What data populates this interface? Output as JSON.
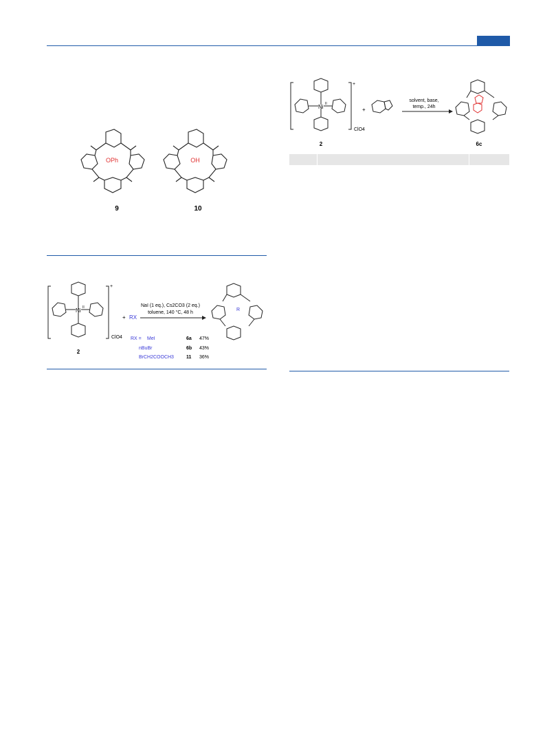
{
  "colors": {
    "accent": "#1f5aa8",
    "highlight_red": "#e03030",
    "reagent_blue": "#3a3ad8",
    "table_header_bg": "#e6e6e6"
  },
  "figure_a": {
    "compound_9": {
      "label": "9",
      "substituent": "OPh"
    },
    "compound_10": {
      "label": "10",
      "substituent": "OH"
    }
  },
  "scheme_b": {
    "complex_label": "2",
    "charge": "+",
    "counterion": "ClO4",
    "metal": "Ni",
    "metal_ox": "II",
    "plus": "+",
    "reagent": "RX",
    "conditions_line1": "NaI (1 eq.), Cs2CO3 (2 eq.)",
    "conditions_line2": "toluene, 140 °C, 48 h",
    "product_substituent": "R",
    "rx_prefix": "RX =",
    "rows": [
      {
        "rx": "MeI",
        "compound": "6a",
        "yield": "47%"
      },
      {
        "rx": "nBuBr",
        "compound": "6b",
        "yield": "43%"
      },
      {
        "rx": "BrCH2COOCH3",
        "compound": "11",
        "yield": "36%"
      }
    ]
  },
  "scheme_c": {
    "complex_label": "2",
    "charge": "+",
    "counterion": "ClO4",
    "metal": "Ni",
    "metal_ox": "II",
    "plus": "+",
    "conditions_line1": "solvent, base,",
    "conditions_line2": "temp., 24h",
    "product_label": "6c"
  }
}
